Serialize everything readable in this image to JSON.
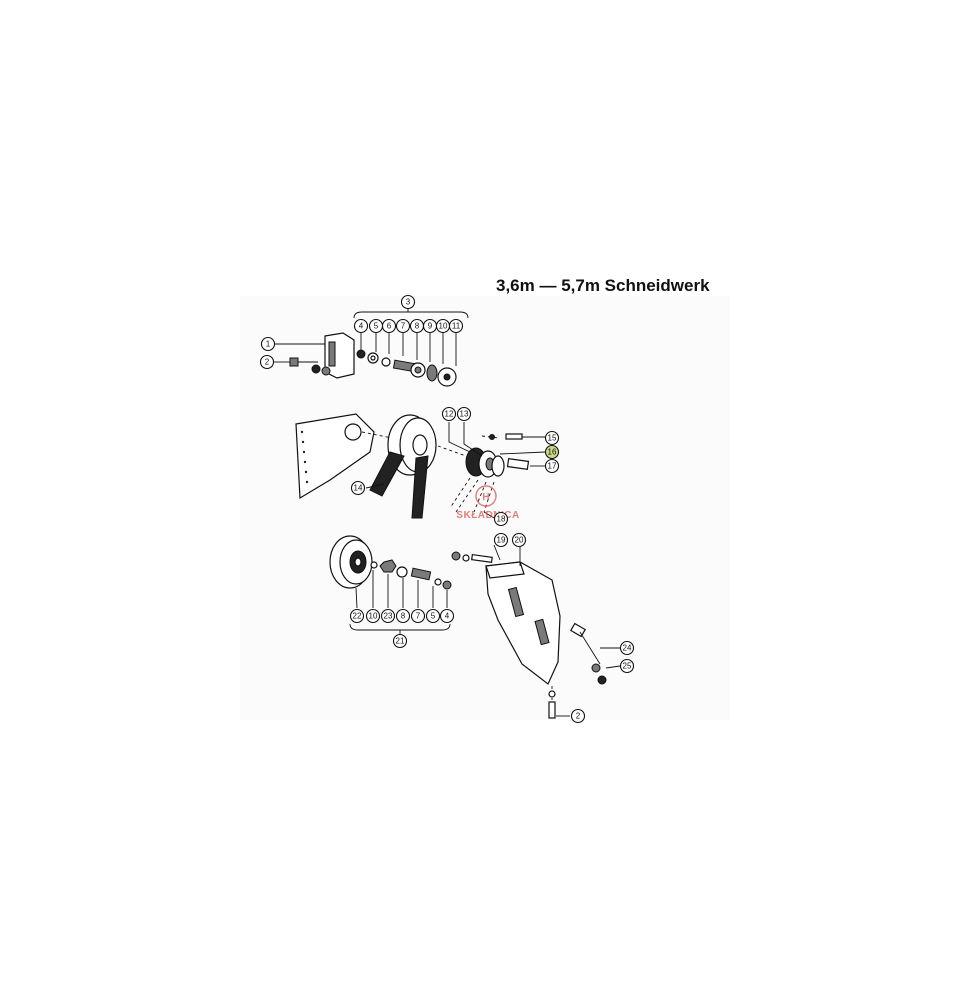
{
  "title": "3,6m — 5,7m Schneidwerk",
  "watermark": "SKŁADNICA",
  "callouts": [
    "3",
    "4",
    "5",
    "6",
    "7",
    "8",
    "9",
    "10",
    "11",
    "1",
    "2",
    "12",
    "13",
    "15",
    "16",
    "17",
    "14",
    "18",
    "19",
    "20",
    "22",
    "10",
    "23",
    "8",
    "7",
    "5",
    "4",
    "21",
    "24",
    "25",
    "2"
  ],
  "colors": {
    "highlight": "#c9d98a",
    "watermark": "#d9534f"
  }
}
